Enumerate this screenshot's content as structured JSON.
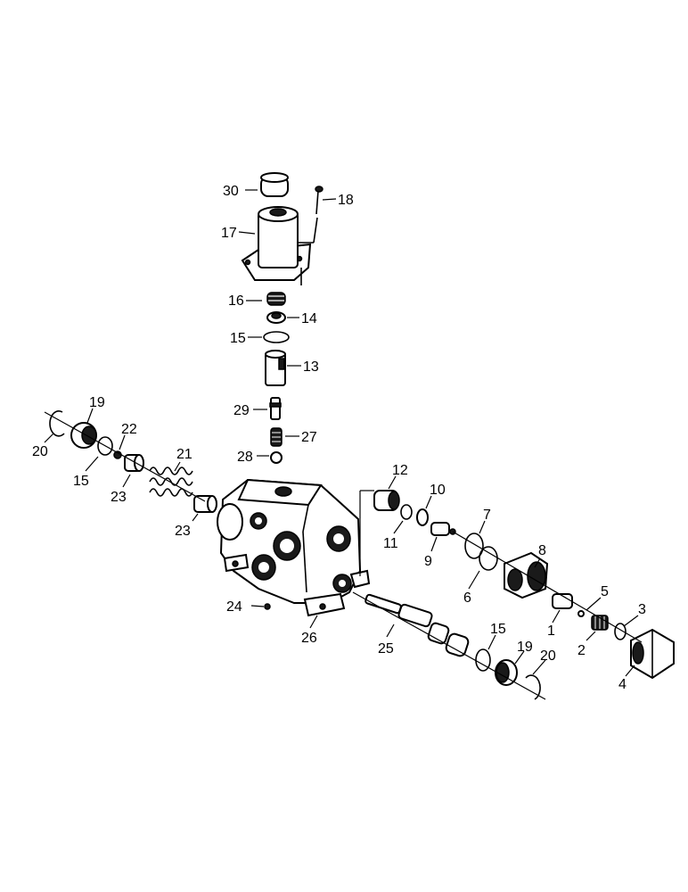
{
  "callouts": [
    {
      "id": "c30a",
      "text": "30"
    },
    {
      "id": "c18",
      "text": "18"
    },
    {
      "id": "c17",
      "text": "17"
    },
    {
      "id": "c16",
      "text": "16"
    },
    {
      "id": "c14",
      "text": "14"
    },
    {
      "id": "c15a",
      "text": "15"
    },
    {
      "id": "c13",
      "text": "13"
    },
    {
      "id": "c29",
      "text": "29"
    },
    {
      "id": "c27",
      "text": "27"
    },
    {
      "id": "c28",
      "text": "28"
    },
    {
      "id": "c19a",
      "text": "19"
    },
    {
      "id": "c20a",
      "text": "20"
    },
    {
      "id": "c22",
      "text": "22"
    },
    {
      "id": "c15b",
      "text": "15"
    },
    {
      "id": "c21",
      "text": "21"
    },
    {
      "id": "c23a",
      "text": "23"
    },
    {
      "id": "c23b",
      "text": "23"
    },
    {
      "id": "c12",
      "text": "12"
    },
    {
      "id": "c10",
      "text": "10"
    },
    {
      "id": "c11",
      "text": "11"
    },
    {
      "id": "c9",
      "text": "9"
    },
    {
      "id": "c7",
      "text": "7"
    },
    {
      "id": "c8",
      "text": "8"
    },
    {
      "id": "c6",
      "text": "6"
    },
    {
      "id": "c5",
      "text": "5"
    },
    {
      "id": "c1",
      "text": "1"
    },
    {
      "id": "c3",
      "text": "3"
    },
    {
      "id": "c2",
      "text": "2"
    },
    {
      "id": "c4",
      "text": "4"
    },
    {
      "id": "c24",
      "text": "24"
    },
    {
      "id": "c26",
      "text": "26"
    },
    {
      "id": "c25",
      "text": "25"
    },
    {
      "id": "c15c",
      "text": "15"
    },
    {
      "id": "c19b",
      "text": "19"
    },
    {
      "id": "c20b",
      "text": "20"
    }
  ]
}
